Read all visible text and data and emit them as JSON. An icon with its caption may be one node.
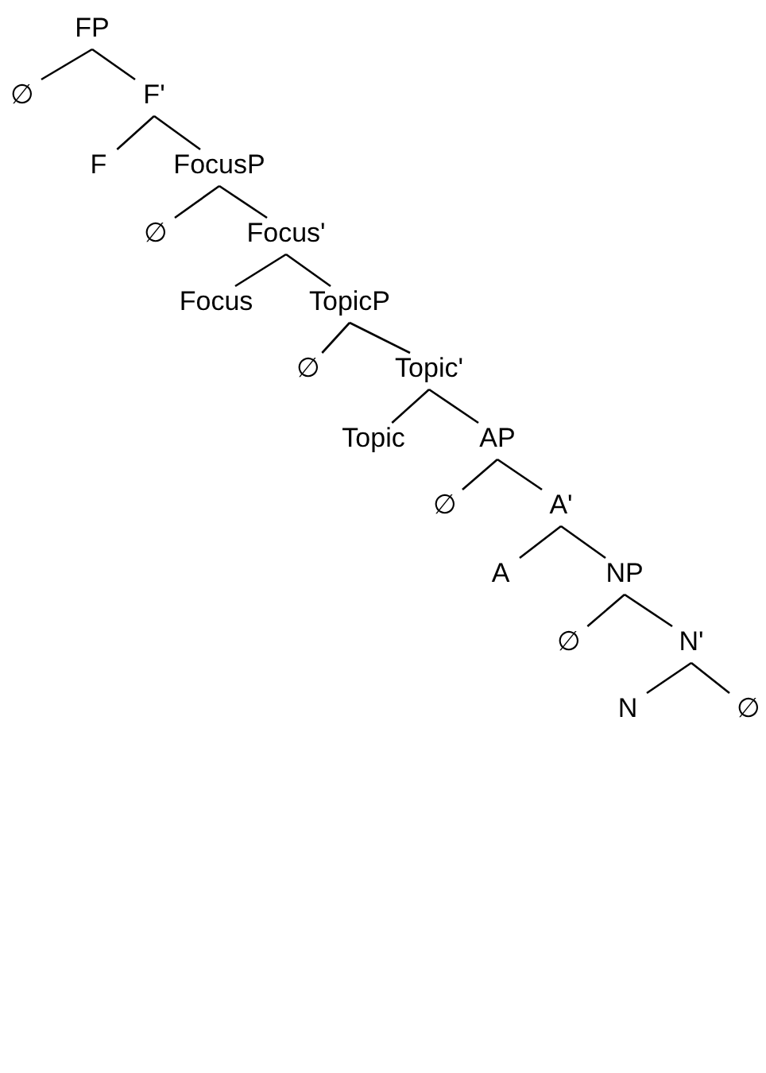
{
  "diagram": {
    "nodes": [
      {
        "text": [
          "FP"
        ]
      },
      {
        "text": [
          "∅"
        ]
      },
      {
        "text": [
          "F'"
        ]
      },
      {
        "text": [
          "F"
        ]
      },
      {
        "text": [
          "FocusP"
        ]
      },
      {
        "text": [
          "∅"
        ]
      },
      {
        "text": [
          "Focus'"
        ]
      },
      {
        "text": [
          "Focus"
        ]
      },
      {
        "text": [
          "TopicP"
        ]
      },
      {
        "text": [
          "∅"
        ]
      },
      {
        "text": [
          "Topic'"
        ]
      },
      {
        "text": [
          "Topic"
        ]
      },
      {
        "text": [
          "AP"
        ]
      },
      {
        "text": [
          "∅"
        ]
      },
      {
        "text": [
          "A'"
        ]
      },
      {
        "text": [
          "A"
        ]
      },
      {
        "text": [
          "NP"
        ]
      },
      {
        "text": [
          "∅"
        ]
      },
      {
        "text": [
          "N'"
        ]
      },
      {
        "text": [
          "N"
        ]
      },
      {
        "text": [
          "∅"
        ]
      }
    ],
    "edges": [
      {
        "from": 0,
        "to": 1,
        "arrow": "none"
      },
      {
        "from": 0,
        "to": 2,
        "arrow": "none"
      },
      {
        "from": 2,
        "to": 3,
        "arrow": "none"
      },
      {
        "from": 2,
        "to": 4,
        "arrow": "none"
      },
      {
        "from": 4,
        "to": 5,
        "arrow": "none"
      },
      {
        "from": 4,
        "to": 6,
        "arrow": "none"
      },
      {
        "from": 6,
        "to": 7,
        "arrow": "none"
      },
      {
        "from": 6,
        "to": 8,
        "arrow": "none"
      },
      {
        "from": 8,
        "to": 9,
        "arrow": "none"
      },
      {
        "from": 8,
        "to": 10,
        "arrow": "none"
      },
      {
        "from": 10,
        "to": 11,
        "arrow": "none"
      },
      {
        "from": 10,
        "to": 12,
        "arrow": "none"
      },
      {
        "from": 12,
        "to": 13,
        "arrow": "none"
      },
      {
        "from": 12,
        "to": 14,
        "arrow": "none"
      },
      {
        "from": 14,
        "to": 15,
        "arrow": "none"
      },
      {
        "from": 14,
        "to": 16,
        "arrow": "none"
      },
      {
        "from": 16,
        "to": 17,
        "arrow": "none"
      },
      {
        "from": 16,
        "to": 18,
        "arrow": "none"
      },
      {
        "from": 18,
        "to": 19,
        "arrow": "none"
      },
      {
        "from": 18,
        "to": 20,
        "arrow": "none"
      }
    ]
  }
}
